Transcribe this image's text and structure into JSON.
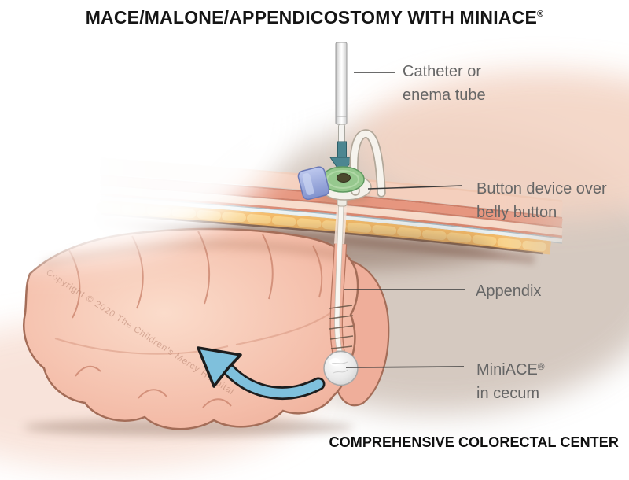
{
  "title": {
    "text": "MACE/MALONE/APPENDICOSTOMY WITH MINIACE",
    "registered_mark": "®"
  },
  "annotations": {
    "catheter": {
      "line1": "Catheter or",
      "line2": "enema tube"
    },
    "button_device": {
      "line1": "Button device over",
      "line2": "belly button"
    },
    "appendix": {
      "line1": "Appendix"
    },
    "miniace": {
      "line1": "MiniACE",
      "registered_mark": "®",
      "line2": "in cecum"
    }
  },
  "watermark": "Copyright © 2020 The Children's Mercy Hospital",
  "footer": "COMPREHENSIVE COLORECTAL CENTER",
  "icons": {
    "insertion_arrow": "down-arrow-icon",
    "flush_direction_arrow": "curved-left-arrow-icon"
  },
  "colors": {
    "background": "#ffffff",
    "title_text": "#151515",
    "label_text": "#666666",
    "leader_line": "#3a3a3a",
    "flush_arrow_fill": "#7fc0dc",
    "insertion_arrow_fill": "#4c8691",
    "button_green": "#96c88e",
    "cap_blue": "#98a8d8",
    "bowel_pink": "#f2b6a2",
    "fat_yellow": "#f6bc68",
    "skin_salmon": "#e6967f"
  }
}
